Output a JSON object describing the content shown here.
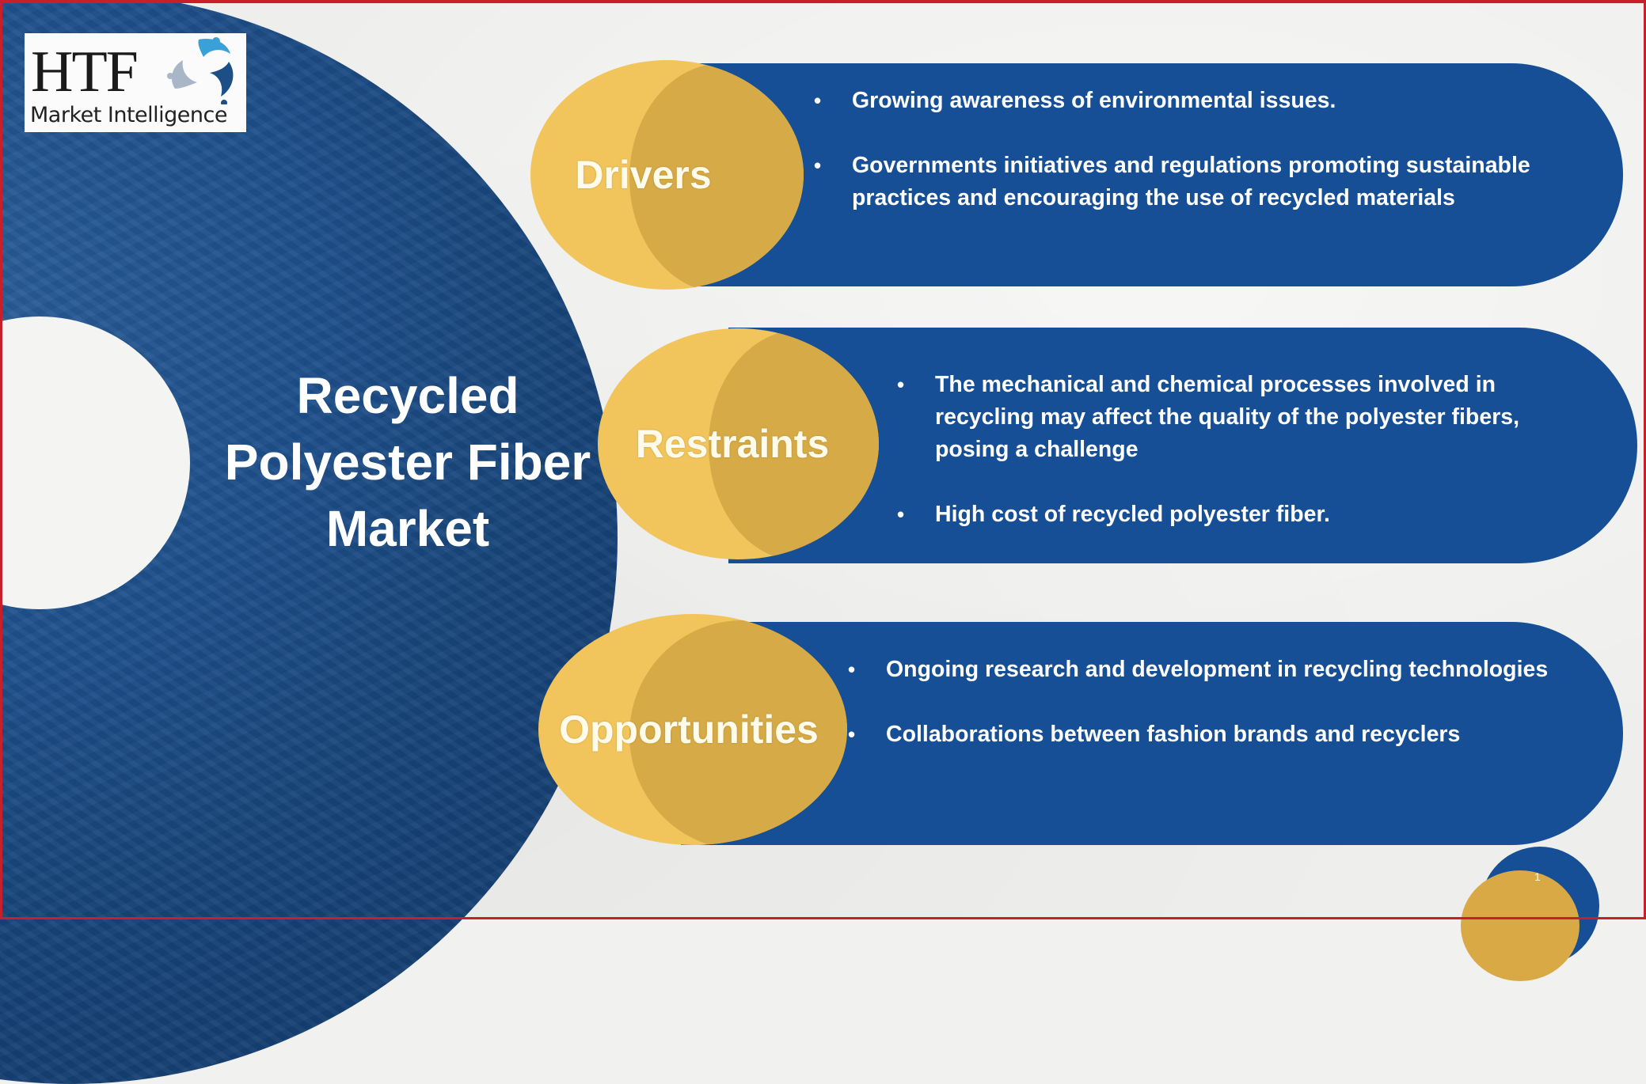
{
  "logo": {
    "brand": "HTF",
    "tagline": "Market Intelligence"
  },
  "title": {
    "line1": "Recycled",
    "line2": "Polyester Fiber",
    "line3": "Market"
  },
  "sections": {
    "drivers": {
      "label": "Drivers",
      "items": [
        "Growing awareness of environmental issues.",
        "Governments initiatives and regulations promoting sustainable practices and encouraging the use of recycled materials"
      ]
    },
    "restraints": {
      "label": "Restraints",
      "items": [
        "The mechanical and chemical processes involved in recycling may affect the quality of the polyester fibers, posing a challenge",
        "High cost of recycled polyester fiber."
      ]
    },
    "opportunities": {
      "label": "Opportunities",
      "items": [
        "Ongoing research and development in recycling technologies",
        "Collaborations between fashion brands and recyclers"
      ]
    }
  },
  "page_number": "1",
  "colors": {
    "primary_blue": "#174f96",
    "dark_blue": "#123a6a",
    "gold_light": "#f2c55c",
    "gold_dark": "#d4a944",
    "frame_red": "#c8202a",
    "background": "#eeeeec"
  }
}
